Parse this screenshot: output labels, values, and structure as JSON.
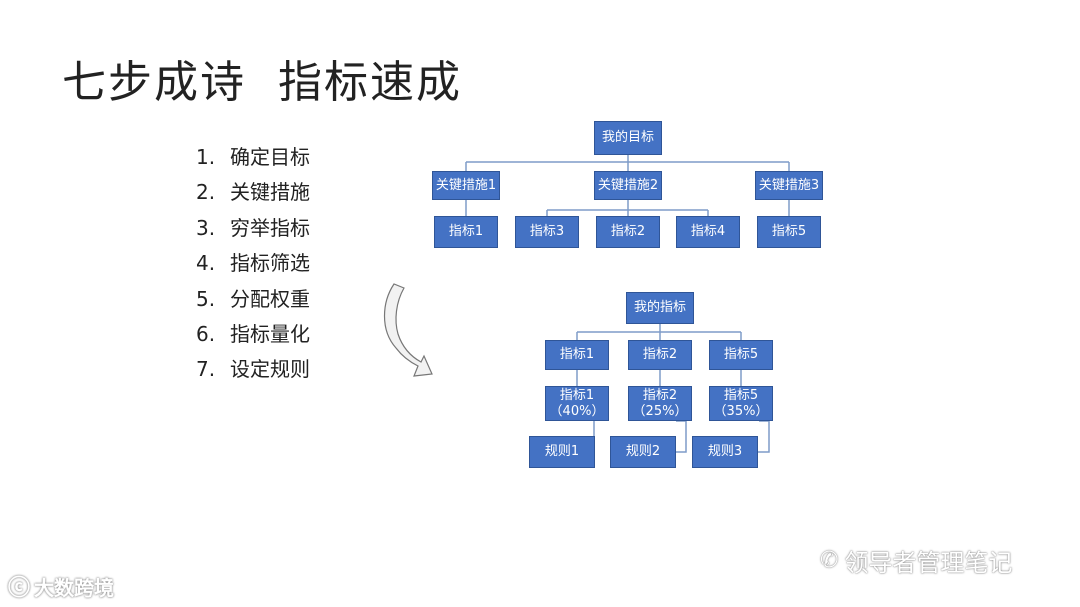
{
  "title": "七步成诗  指标速成",
  "steps": [
    {
      "num": "1.",
      "text": "确定目标"
    },
    {
      "num": "2.",
      "text": "关键措施"
    },
    {
      "num": "3.",
      "text": "穷举指标"
    },
    {
      "num": "4.",
      "text": "指标筛选"
    },
    {
      "num": "5.",
      "text": "分配权重"
    },
    {
      "num": "6.",
      "text": "指标量化"
    },
    {
      "num": "7.",
      "text": "设定规则"
    }
  ],
  "diagram1": {
    "root": "我的目标",
    "measures": [
      "关键措施1",
      "关键措施2",
      "关键措施3"
    ],
    "indicators": [
      "指标1",
      "指标3",
      "指标2",
      "指标4",
      "指标5"
    ]
  },
  "diagram2": {
    "root": "我的指标",
    "indicators": [
      "指标1",
      "指标2",
      "指标5"
    ],
    "weighted": [
      {
        "name": "指标1",
        "weight": "（40%）"
      },
      {
        "name": "指标2",
        "weight": "（25%）"
      },
      {
        "name": "指标5",
        "weight": "（35%）"
      }
    ],
    "rules": [
      "规则1",
      "规则2",
      "规则3"
    ]
  },
  "watermark_left": "大数跨境",
  "watermark_right": "领导者管理笔记",
  "colors": {
    "box_fill": "#4472c4",
    "box_border": "#2f5597",
    "line": "#7f9cc9"
  }
}
